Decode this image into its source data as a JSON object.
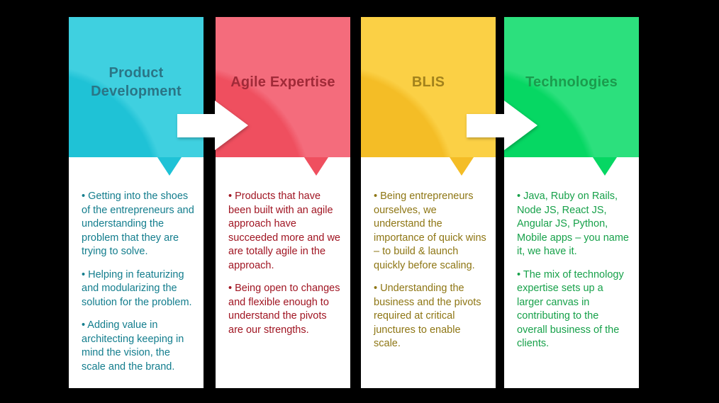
{
  "page": {
    "background": "#000000"
  },
  "glyphs": {
    "flow_arrow": "right-arrow"
  },
  "cards": [
    {
      "title": "Product Development",
      "colors": {
        "base": "#1fc2d6",
        "sheen": "#3fd0e0",
        "title": "#2a7586",
        "text": "#137d8d"
      },
      "bullets": [
        "• Getting into the shoes of the entrepreneurs and understanding the problem that they are trying to solve.",
        "• Helping in featurizing and modularizing the solution for the problem.",
        "• Adding value in architecting keeping in mind the vision, the scale and the brand."
      ]
    },
    {
      "title": "Agile Expertise",
      "colors": {
        "base": "#ef4f5f",
        "sheen": "#f46c7c",
        "title": "#a02a38",
        "text": "#a01522"
      },
      "bullets": [
        "• Products that have been built with an agile approach have succeeded more and we are totally agile in the approach.",
        "• Being open to changes and flexible enough to understand the pivots are our strengths."
      ]
    },
    {
      "title": "BLIS",
      "colors": {
        "base": "#f4bd26",
        "sheen": "#fbd045",
        "title": "#a2821c",
        "text": "#8e7614"
      },
      "bullets": [
        "• Being entrepreneurs ourselves, we understand the importance of quick wins – to build & launch quickly before scaling.",
        "• Understanding the business and the pivots required at critical junctures to enable scale."
      ]
    },
    {
      "title": "Technologies",
      "colors": {
        "base": "#06d763",
        "sheen": "#2ce07d",
        "title": "#1b9b4d",
        "text": "#17a14a"
      },
      "bullets": [
        "• Java, Ruby on Rails, Node JS, React JS, Angular JS, Python, Mobile apps – you name it, we have it.",
        "• The mix of technology expertise sets up a larger canvas in contributing to the overall business of the clients."
      ]
    }
  ]
}
